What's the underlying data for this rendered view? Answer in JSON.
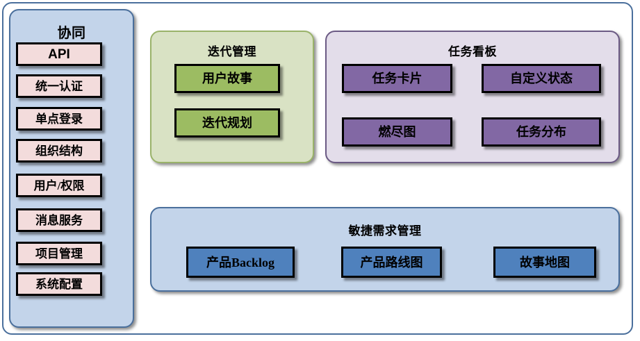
{
  "diagram": {
    "title": "协同",
    "sidebar": {
      "title": "协同",
      "items": [
        {
          "label": "API"
        },
        {
          "label": "统一认证"
        },
        {
          "label": "单点登录"
        },
        {
          "label": "组织结构"
        },
        {
          "label": "用户/权限"
        },
        {
          "label": "消息服务"
        },
        {
          "label": "项目管理"
        },
        {
          "label": "系统配置"
        }
      ]
    },
    "panels": [
      {
        "id": "iteration",
        "title": "迭代管理",
        "fill": "#d9e2c4",
        "border": "#9ab36a",
        "item_fill": "#9cbc62",
        "items": [
          {
            "label": "用户故事"
          },
          {
            "label": "迭代规划"
          }
        ]
      },
      {
        "id": "taskboard",
        "title": "任务看板",
        "fill": "#e3ddea",
        "border": "#6b5a84",
        "item_fill": "#8268a4",
        "items": [
          {
            "label": "任务卡片"
          },
          {
            "label": "自定义状态"
          },
          {
            "label": "燃尽图"
          },
          {
            "label": "任务分布"
          }
        ]
      },
      {
        "id": "agile",
        "title": "敏捷需求管理",
        "fill": "#c3d4ea",
        "border": "#4a6f9c",
        "item_fill": "#4f81bd",
        "items": [
          {
            "label": "产品Backlog"
          },
          {
            "label": "产品路线图"
          },
          {
            "label": "故事地图"
          }
        ]
      }
    ],
    "colors": {
      "outer_border": "#4a6f9c",
      "sidebar_fill": "#c3d4ea",
      "sidebar_item_fill": "#f3dcdc",
      "item_border": "#000000"
    }
  }
}
